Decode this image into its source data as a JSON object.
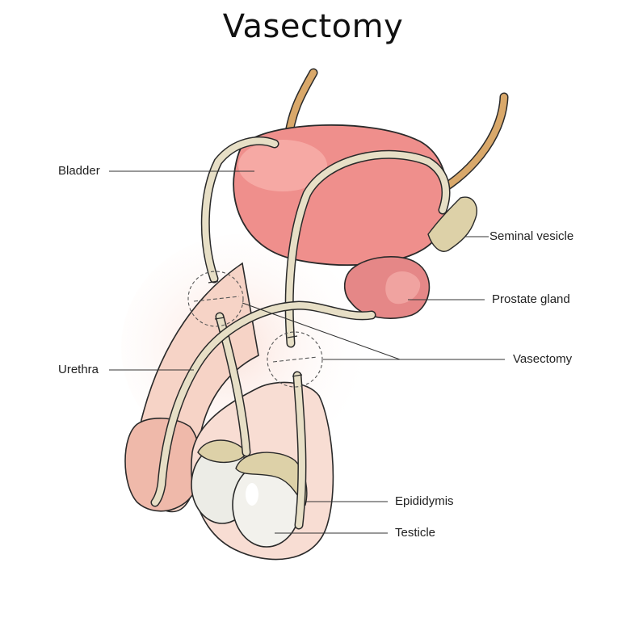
{
  "title": "Vasectomy",
  "labels": {
    "bladder": "Bladder",
    "seminal_vesicle": "Seminal vesicle",
    "prostate_gland": "Prostate gland",
    "vasectomy": "Vasectomy",
    "urethra": "Urethra",
    "epididymis": "Epididymis",
    "testicle": "Testicle"
  },
  "colors": {
    "skin": "#f6d3c6",
    "skin_dark": "#efb9aa",
    "bladder": "#ef8f8c",
    "bladder_light": "#f6a9a4",
    "prostate": "#e58787",
    "vas": "#e7dfc6",
    "ureter": "#d9a86a",
    "testicle": "#ececE6",
    "epididymis": "#ddd1a8",
    "outline": "#2a2a2a",
    "leader": "#333333"
  }
}
